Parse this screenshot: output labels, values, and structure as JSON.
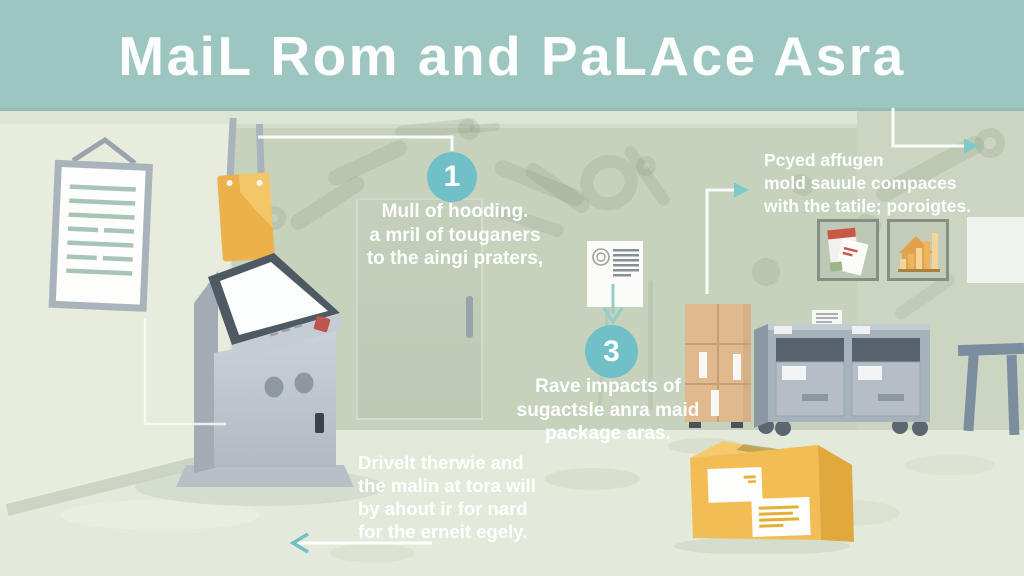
{
  "header": {
    "title": "MaiL Rom and PaLAce Asra"
  },
  "steps": [
    {
      "number": "1",
      "lines": [
        "Mull of hooding.",
        "a mril of touganers",
        "to the aingi praters,"
      ]
    },
    {
      "number": "3",
      "lines": [
        "Rave impacts of",
        "sugactsle anra maid",
        "package aras."
      ]
    }
  ],
  "notes": {
    "shelf": {
      "lines": [
        "Pcyed affugen",
        "mold sauule compaces",
        "with the tatile; poroigtes."
      ]
    },
    "floor": {
      "lines": [
        "Drivelt therwie and",
        "the malin at tora will",
        "by ahout ir for nard",
        "for the erneit egely."
      ]
    }
  },
  "colors": {
    "banner_teal": "#9ec6c1",
    "accent_teal": "#6fc0c7",
    "wall_green": "#c7d2bd",
    "floor_green": "#e3e9db",
    "parcel_yellow": "#f3bd56",
    "carton_tan": "#e1b98e",
    "cart_gray": "#a6b2bc",
    "text_white": "#ffffff"
  },
  "icons": [
    "poster-icon",
    "hanging-tag-icon",
    "kiosk-icon",
    "door-icon",
    "document-icon",
    "arrow-right-icon",
    "arrow-down-icon",
    "arrow-left-icon",
    "mail-art-icon",
    "bar-chart-art-icon",
    "carton-stack-icon",
    "mail-cart-icon",
    "parcel-box-icon",
    "table-icon",
    "tool-silhouette"
  ]
}
